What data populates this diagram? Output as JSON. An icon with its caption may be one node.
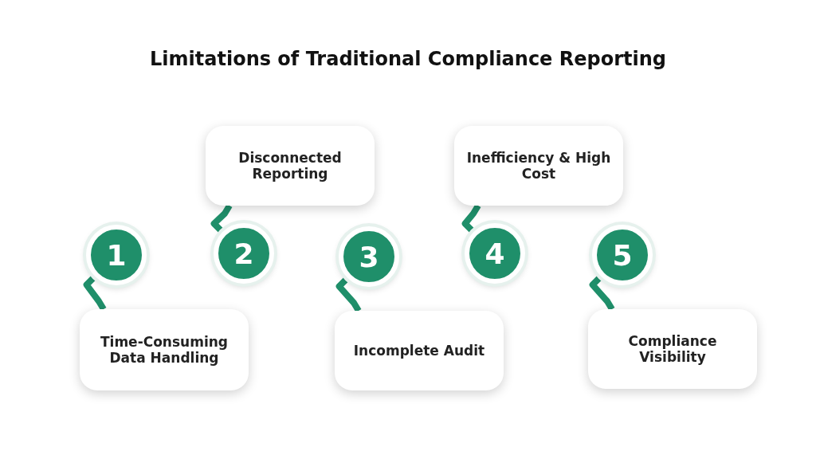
{
  "diagram": {
    "title": "Limitations of Traditional Compliance Reporting",
    "nodes": [
      {
        "text": [
          "1"
        ]
      },
      {
        "text": [
          "Time-Consuming Data Handling"
        ]
      },
      {
        "text": [
          "2"
        ]
      },
      {
        "text": [
          "Disconnected Reporting"
        ]
      },
      {
        "text": [
          "3"
        ]
      },
      {
        "text": [
          "Incomplete Audit"
        ]
      },
      {
        "text": [
          "4"
        ]
      },
      {
        "text": [
          "Inefficiency & High Cost"
        ]
      },
      {
        "text": [
          "5"
        ]
      },
      {
        "text": [
          "Compliance Visibility"
        ]
      }
    ],
    "edges": [
      {
        "from": 0,
        "to": 1,
        "arrow": "none"
      },
      {
        "from": 2,
        "to": 3,
        "arrow": "none"
      },
      {
        "from": 4,
        "to": 5,
        "arrow": "none"
      },
      {
        "from": 6,
        "to": 7,
        "arrow": "none"
      },
      {
        "from": 8,
        "to": 9,
        "arrow": "none"
      }
    ]
  }
}
